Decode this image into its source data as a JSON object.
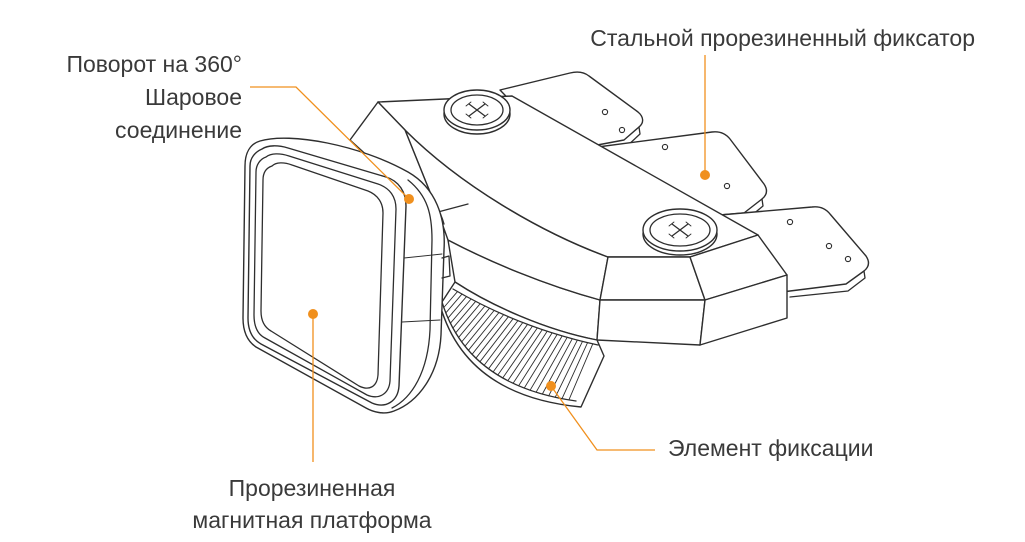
{
  "colors": {
    "accent": "#f0901e",
    "line": "#2e2e2e",
    "text": "#3a3a3a",
    "background": "#ffffff"
  },
  "callouts": {
    "ball_joint": {
      "line1": "Поворот на 360°",
      "line2": "Шаровое",
      "line3": "соединение"
    },
    "steel_clamp": {
      "text": "Стальной прорезиненный фиксатор"
    },
    "lock_element": {
      "text": "Элемент фиксации"
    },
    "magnetic_pad": {
      "line1": "Прорезиненная",
      "line2": "магнитная платформа"
    }
  }
}
